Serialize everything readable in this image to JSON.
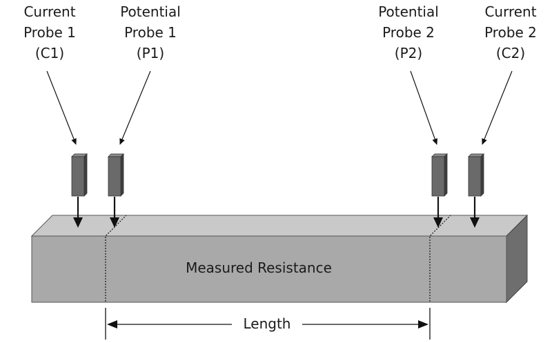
{
  "probes": [
    {
      "id": "c1",
      "line1": "Current",
      "line2": "Probe 1",
      "line3": "(C1)"
    },
    {
      "id": "p1",
      "line1": "Potential",
      "line2": "Probe 1",
      "line3": "(P1)"
    },
    {
      "id": "p2",
      "line1": "Potential",
      "line2": "Probe 2",
      "line3": "(P2)"
    },
    {
      "id": "c2",
      "line1": "Current",
      "line2": "Probe 2",
      "line3": "(C2)"
    }
  ],
  "bar": {
    "label": "Measured Resistance"
  },
  "dimension": {
    "label": "Length"
  },
  "colors": {
    "bar_front": "#a9a9a9",
    "bar_top": "#c9c9c9",
    "bar_side": "#6e6e6e",
    "probe_front": "#6a6a6a",
    "probe_side": "#3e3e3e",
    "line": "#111111"
  }
}
